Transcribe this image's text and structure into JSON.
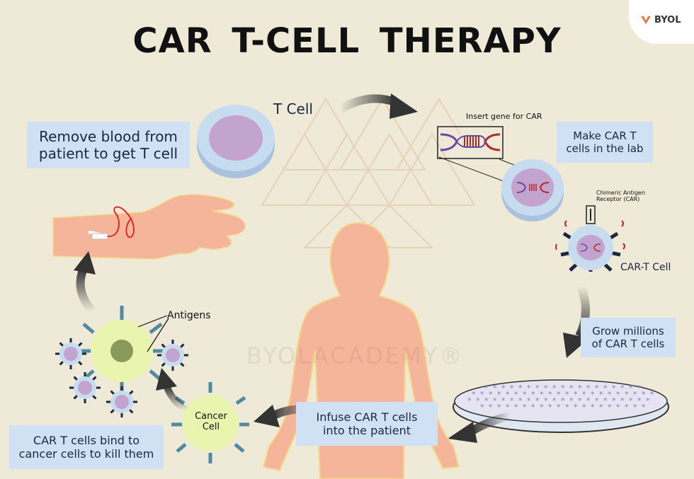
{
  "title": "CAR T-CELL  THERAPY",
  "brand": {
    "name": "BYOL",
    "watermark": "BYOLACADEMY®"
  },
  "labels": {
    "t_cell": "T Cell",
    "insert_gene": "Insert gene for CAR",
    "car_receptor_1": "Chimeric Antigen",
    "car_receptor_2": "Receptor (CAR)",
    "car_t_cell": "CAR-T Cell",
    "antigens": "Antigens",
    "cancer_cell_1": "Cancer",
    "cancer_cell_2": "Cell"
  },
  "steps": {
    "remove_blood": [
      "Remove blood from",
      "patient to get T cell"
    ],
    "make_car_t": [
      "Make CAR T",
      "cells in the lab"
    ],
    "grow": [
      "Grow millions",
      "of CAR T cells"
    ],
    "infuse": [
      "Infuse CAR T cells",
      "into the patient"
    ],
    "bind": [
      "CAR T cells bind to",
      "cancer cells to kill them"
    ]
  },
  "colors": {
    "background": "#efe9d8",
    "box": "#cfe1f3",
    "cell_purple": "#c3a4cf",
    "cell_ring": "#c8dcf0",
    "body": "#f4b59b",
    "cancer": "#e9f5ae"
  }
}
